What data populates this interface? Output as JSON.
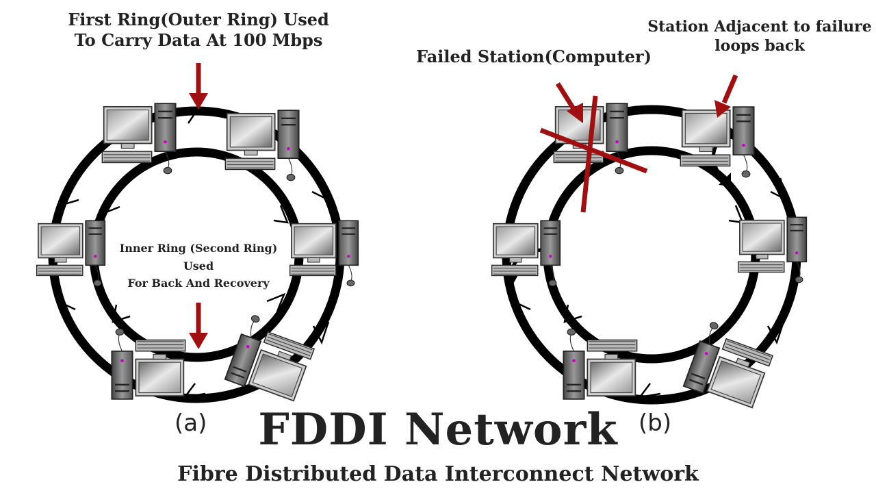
{
  "labels": {
    "outer_ring": "First Ring(Outer Ring) Used\nTo Carry Data At 100 Mbps",
    "inner_ring": "Inner Ring (Second Ring)\nUsed\nFor Back And Recovery",
    "failed_station": "Failed Station(Computer)",
    "station_adjacent": "Station Adjacent to failure\nloops back"
  },
  "captions": {
    "a": "(a)",
    "b": "(b)"
  },
  "title": "FDDI Network",
  "subtitle": "Fibre Distributed Data Interconnect Network",
  "colors": {
    "arrow": "#a01010",
    "ring": "#000000",
    "text": "#222222",
    "cross": "#a01010"
  },
  "diagrams": [
    {
      "id": "a",
      "stations": 6,
      "failed_station": null
    },
    {
      "id": "b",
      "stations": 6,
      "failed_station": 1
    }
  ]
}
